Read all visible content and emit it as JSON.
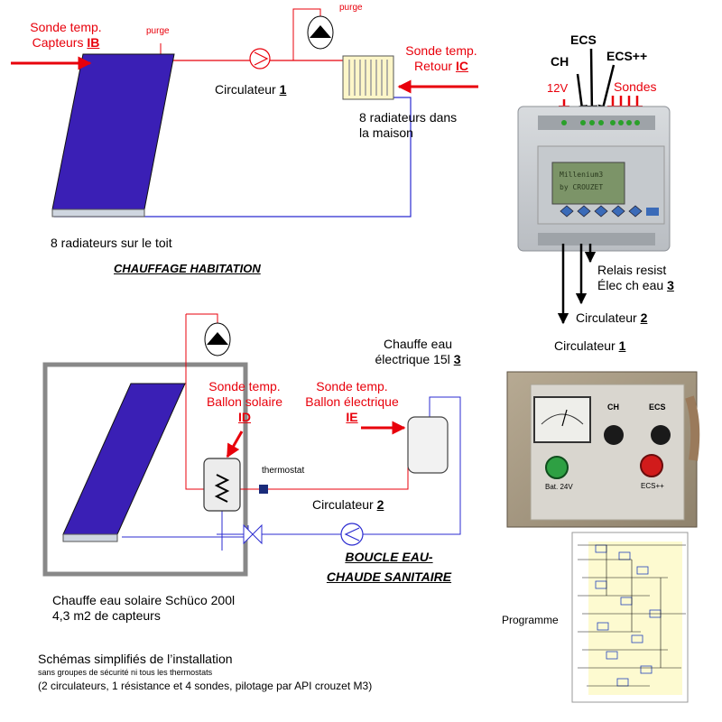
{
  "heating": {
    "title": "CHAUFFAGE HABITATION",
    "sensor_ib": {
      "line1": "Sonde temp.",
      "line2_prefix": "Capteurs ",
      "code": "IB"
    },
    "purge_top": "purge",
    "purge_tank": "purge",
    "circulator_1": {
      "text": "Circulateur ",
      "num": "1"
    },
    "sensor_ic": {
      "line1": "Sonde temp.",
      "line2_prefix": "Retour ",
      "code": "IC"
    },
    "radiators_house": [
      "8 radiateurs dans",
      "la maison"
    ],
    "radiators_roof": "8 radiateurs sur le toit"
  },
  "plc": {
    "labels": {
      "ch": "CH",
      "ecs": "ECS",
      "ecs_pp": "ECS++",
      "v12": "12V",
      "sondes": "Sondes"
    },
    "screen_text": [
      "Millenium3",
      "by CROUZET"
    ],
    "outputs": {
      "relay": [
        "Relais resist",
        "Élec ch eau "
      ],
      "relay_num": "3",
      "circ2_text": "Circulateur ",
      "circ2_num": "2",
      "circ1_text": "Circulateur ",
      "circ1_num": "1"
    }
  },
  "panel": {
    "ch": "CH",
    "ecs": "ECS",
    "bat": "Bat. 24V",
    "ecs_pp": "ECS++"
  },
  "program": {
    "label": "Programme"
  },
  "dhw": {
    "title_1": "BOUCLE  EAU-",
    "title_2": "CHAUDE SANITAIRE",
    "heater": [
      "Chauffe eau",
      "électrique 15l "
    ],
    "heater_num": "3",
    "sensor_id": {
      "line1": "Sonde temp.",
      "line2": "Ballon solaire",
      "code": "ID"
    },
    "sensor_ie": {
      "line1": "Sonde temp.",
      "line2": "Ballon électrique",
      "code": "IE"
    },
    "thermostat": "thermostat",
    "circulator_2": {
      "text": "Circulateur ",
      "num": "2"
    },
    "solar_heater": [
      "Chauffe eau solaire Schüco 200l",
      "4,3 m2 de capteurs"
    ]
  },
  "footer": {
    "title": "Schémas simplifiés de l’installation",
    "subtitle": "sans groupes de sécurité ni tous les thermostats",
    "summary": "(2 circulateurs, 1 résistance et 4 sondes, pilotage par API crouzet M3)"
  },
  "colors": {
    "pipe_red": "#e8000b",
    "pipe_blue": "#2b2bd0",
    "panel_blue": "#3a1fb5",
    "label_red": "#e8000b"
  }
}
